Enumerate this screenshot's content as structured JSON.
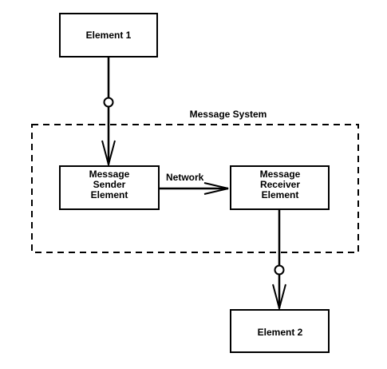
{
  "diagram": {
    "frame_label": "Message System",
    "element1": "Element 1",
    "element2": "Element 2",
    "sender": {
      "line1": "Message",
      "line2": "Sender",
      "line3": "Element"
    },
    "receiver": {
      "line1": "Message",
      "line2": "Receiver",
      "line3": "Element"
    },
    "network_label": "Network"
  }
}
